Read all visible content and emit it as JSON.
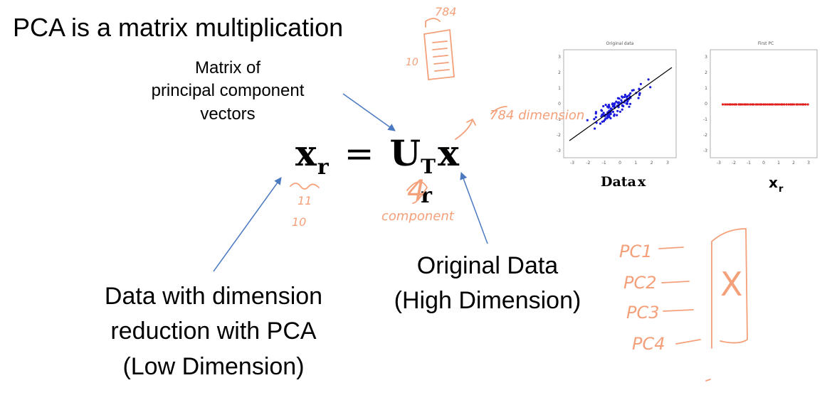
{
  "slide": {
    "title": "PCA is a matrix multiplication",
    "matrix_label": [
      "Matrix of",
      "principal component",
      "vectors"
    ],
    "formula": {
      "lhs": "x",
      "lhs_sub": "r",
      "equals": "=",
      "U": "U",
      "U_sup": "T",
      "U_sub": "r",
      "rhs": "x"
    },
    "original_data_label": [
      "Original Data",
      "(High Dimension)"
    ],
    "reduced_label": [
      "Data with dimension",
      "reduction with PCA",
      "(Low Dimension)"
    ]
  },
  "plots": {
    "left": {
      "title": "Original data",
      "caption_main": "Data",
      "caption_var": "x",
      "x_ticks": [
        "-3",
        "-2",
        "-1",
        "0",
        "1",
        "2",
        "3"
      ],
      "y_ticks": [
        "3",
        "2",
        "1",
        "0",
        "-1",
        "-2",
        "-3"
      ]
    },
    "right": {
      "title": "First PC",
      "caption_var": "x",
      "caption_sub": "r",
      "x_ticks": [
        "-3",
        "-2",
        "-1",
        "0",
        "1",
        "2",
        "3"
      ],
      "y_ticks": [
        "3",
        "2",
        "1",
        "0",
        "-1",
        "-2",
        "-3"
      ]
    }
  },
  "annotations": {
    "top_number": "784",
    "side_number": "10",
    "dimension_note": "784 dimension",
    "four": "4",
    "component": "component",
    "lhs_note_1": "11",
    "lhs_note_2": "10",
    "pc_labels": [
      "PC1",
      "PC2",
      "PC3",
      "PC4"
    ],
    "x_box": "X"
  },
  "colors": {
    "annotation": "#f4a07a",
    "arrow": "#4a79c0",
    "scatter": "#1a1adf",
    "pc_points": "#e01e1e"
  }
}
